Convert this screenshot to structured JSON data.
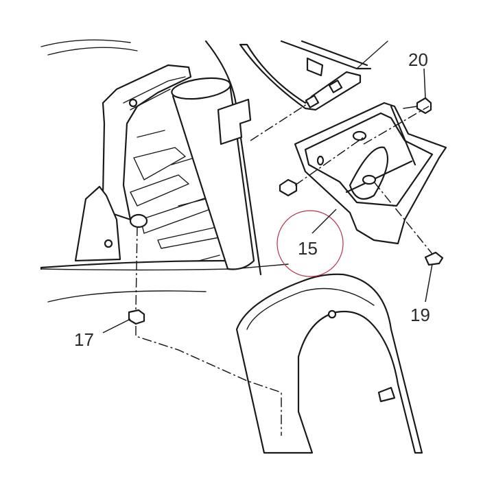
{
  "diagram": {
    "callouts": [
      {
        "id": "c20",
        "label": "20"
      },
      {
        "id": "c19",
        "label": "19"
      },
      {
        "id": "c17",
        "label": "17"
      },
      {
        "id": "c15",
        "label": "15"
      }
    ],
    "highlight_color": "#b8324a",
    "line_color": "#1a1a1a"
  }
}
